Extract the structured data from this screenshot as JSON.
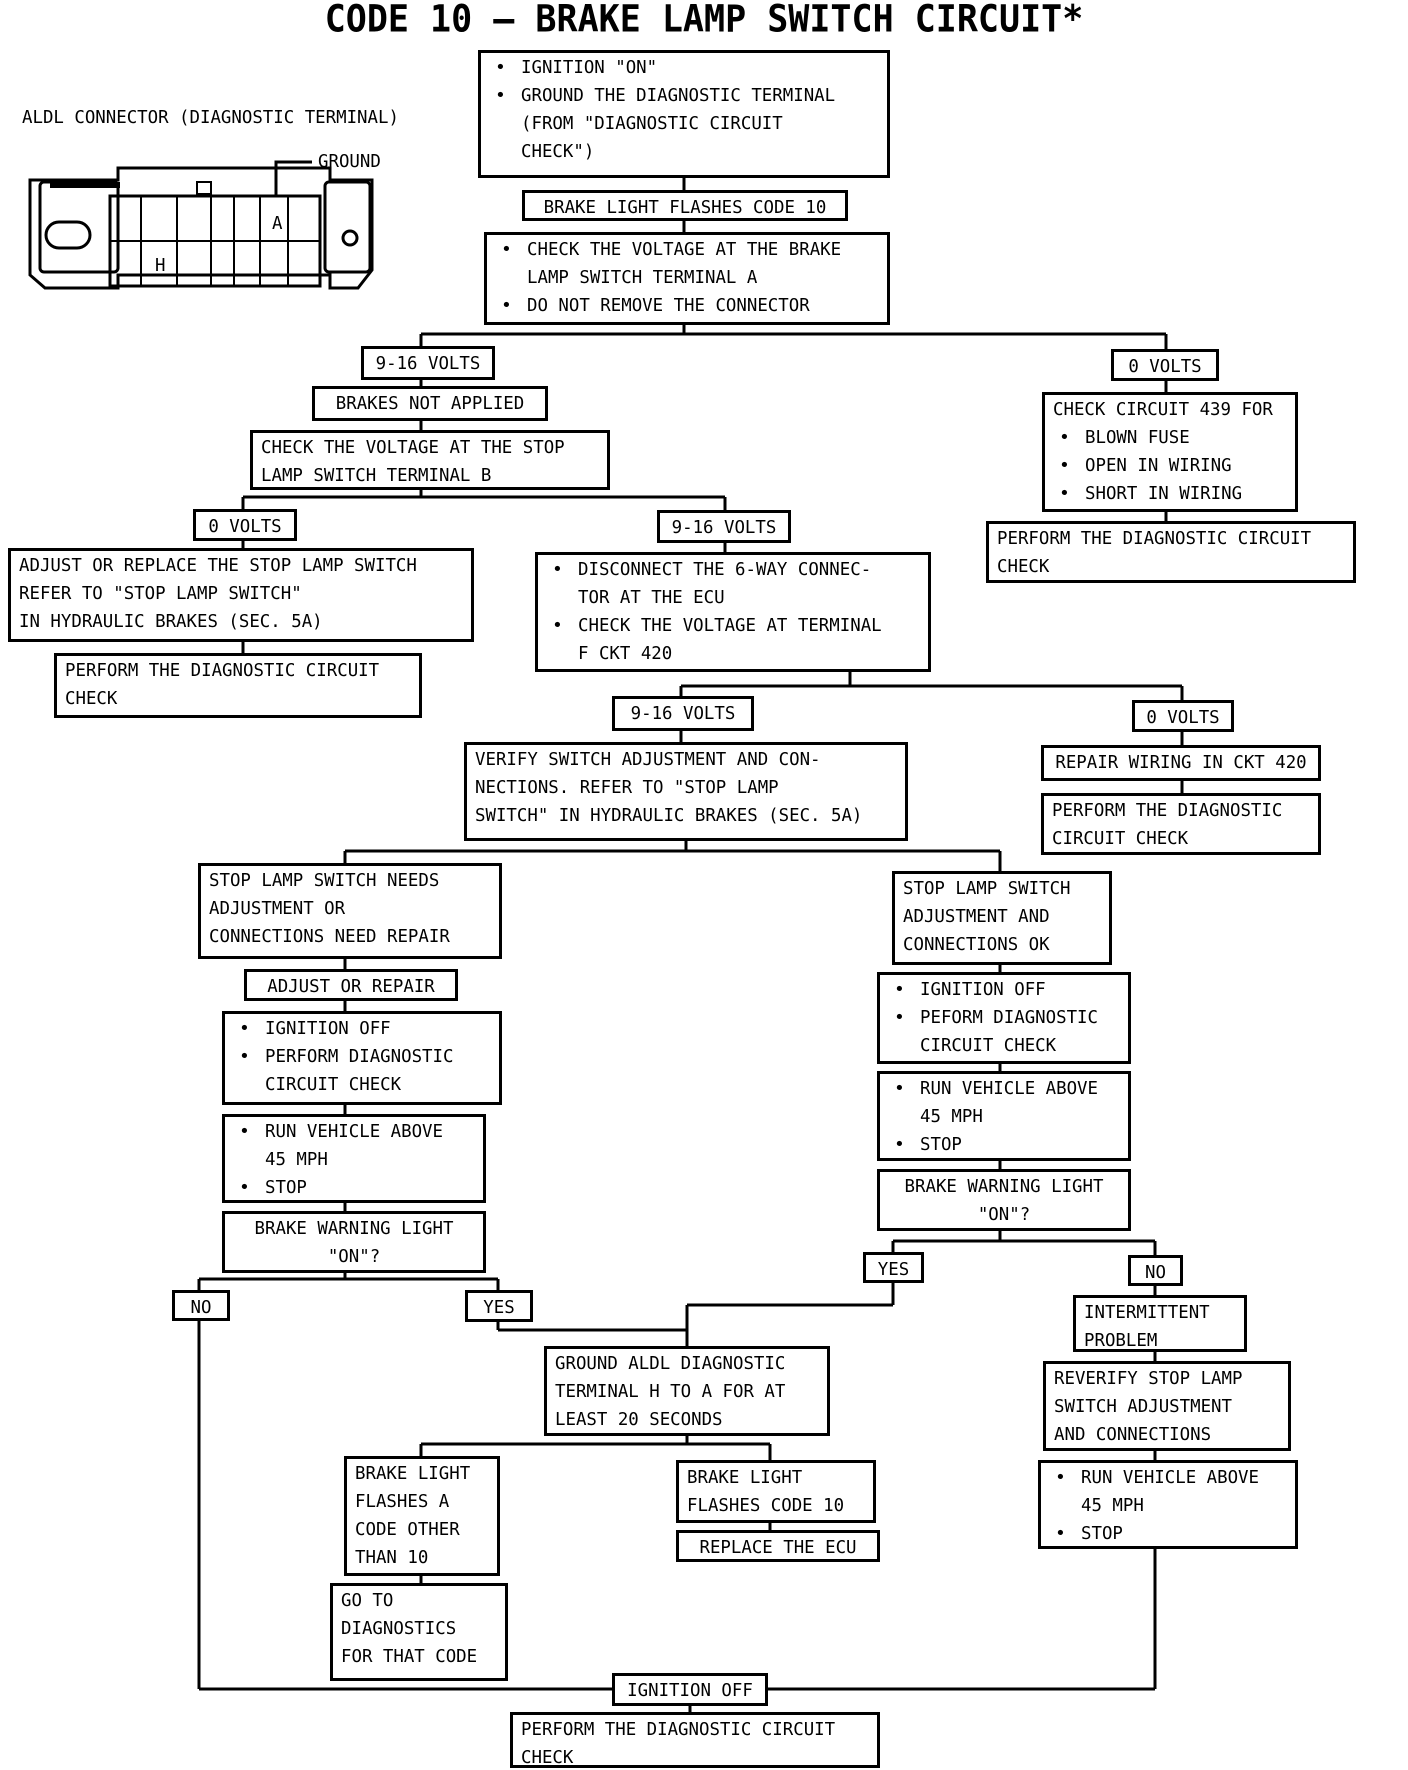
{
  "title": "CODE 10 — BRAKE LAMP SWITCH CIRCUIT*",
  "connector": {
    "title": "ALDL CONNECTOR (DIAGNOSTIC TERMINAL)",
    "ground_label": "GROUND",
    "pin_a": "A",
    "pin_h": "H"
  },
  "nodes": {
    "start": {
      "bullets": [
        "IGNITION \"ON\"",
        "GROUND THE DIAGNOSTIC TERMINAL",
        "(FROM \"DIAGNOSTIC CIRCUIT",
        "CHECK\")"
      ]
    },
    "flashes10": {
      "lines": [
        "BRAKE LIGHT FLASHES CODE 10"
      ]
    },
    "checkA": {
      "bullets": [
        "CHECK THE VOLTAGE AT THE BRAKE",
        "LAMP SWITCH TERMINAL A",
        "DO NOT REMOVE THE CONNECTOR"
      ]
    },
    "v916a": {
      "lines": [
        "9-16 VOLTS"
      ]
    },
    "v0a": {
      "lines": [
        "0 VOLTS"
      ]
    },
    "brakesNot": {
      "lines": [
        "BRAKES NOT APPLIED"
      ]
    },
    "checkB": {
      "lines": [
        "CHECK THE VOLTAGE AT THE STOP",
        "LAMP SWITCH TERMINAL B"
      ]
    },
    "check439": {
      "head": "CHECK CIRCUIT 439 FOR",
      "bullets": [
        "BLOWN FUSE",
        "OPEN IN WIRING",
        "SHORT IN WIRING"
      ]
    },
    "perf1": {
      "lines": [
        "PERFORM THE DIAGNOSTIC CIRCUIT",
        "CHECK"
      ]
    },
    "v0b": {
      "lines": [
        "0 VOLTS"
      ]
    },
    "v916b": {
      "lines": [
        "9-16 VOLTS"
      ]
    },
    "adjustReplace": {
      "lines": [
        "ADJUST OR REPLACE THE STOP LAMP SWITCH",
        "REFER TO \"STOP LAMP SWITCH\"",
        "IN HYDRAULIC BRAKES (SEC. 5A)"
      ]
    },
    "disconnect": {
      "bullets": [
        "DISCONNECT THE 6-WAY CONNEC-",
        "TOR AT THE ECU",
        "CHECK THE VOLTAGE AT TERMINAL",
        "F CKT 420"
      ]
    },
    "perf2": {
      "lines": [
        "PERFORM THE DIAGNOSTIC CIRCUIT",
        "CHECK"
      ]
    },
    "v916c": {
      "lines": [
        "9-16 VOLTS"
      ]
    },
    "v0c": {
      "lines": [
        "0 VOLTS"
      ]
    },
    "verify": {
      "lines": [
        "VERIFY SWITCH ADJUSTMENT AND CON-",
        "NECTIONS. REFER TO \"STOP LAMP",
        "SWITCH\" IN HYDRAULIC BRAKES (SEC. 5A)"
      ]
    },
    "repair420": {
      "lines": [
        "REPAIR WIRING IN CKT 420"
      ]
    },
    "perf3": {
      "lines": [
        "PERFORM THE DIAGNOSTIC",
        "CIRCUIT CHECK"
      ]
    },
    "needsAdj": {
      "lines": [
        "STOP LAMP SWITCH NEEDS",
        "ADJUSTMENT OR",
        "CONNECTIONS NEED REPAIR"
      ]
    },
    "adjOk": {
      "lines": [
        "STOP LAMP SWITCH",
        "ADJUSTMENT AND",
        "CONNECTIONS OK"
      ]
    },
    "adjRepair": {
      "lines": [
        "ADJUST OR REPAIR"
      ]
    },
    "ignOffL": {
      "bullets": [
        "IGNITION OFF",
        "PERFORM DIAGNOSTIC",
        "CIRCUIT CHECK"
      ]
    },
    "ignOffR": {
      "bullets": [
        "IGNITION OFF",
        "PEFORM DIAGNOSTIC",
        "CIRCUIT CHECK"
      ]
    },
    "runL": {
      "bullets": [
        "RUN VEHICLE ABOVE",
        "45 MPH",
        "STOP"
      ]
    },
    "runR": {
      "bullets": [
        "RUN VEHICLE ABOVE",
        "45 MPH",
        "STOP"
      ]
    },
    "warnL": {
      "lines": [
        "BRAKE WARNING LIGHT",
        "\"ON\"?"
      ]
    },
    "warnR": {
      "lines": [
        "BRAKE WARNING LIGHT",
        "\"ON\"?"
      ]
    },
    "yesR": {
      "lines": [
        "YES"
      ]
    },
    "noR": {
      "lines": [
        "NO"
      ]
    },
    "noL": {
      "lines": [
        "NO"
      ]
    },
    "yesL": {
      "lines": [
        "YES"
      ]
    },
    "intermittent": {
      "lines": [
        "INTERMITTENT",
        "PROBLEM"
      ]
    },
    "reverify": {
      "lines": [
        "REVERIFY STOP LAMP",
        "SWITCH ADJUSTMENT",
        "AND CONNECTIONS"
      ]
    },
    "runBR": {
      "bullets": [
        "RUN VEHICLE ABOVE",
        "45 MPH",
        "STOP"
      ]
    },
    "groundAldl": {
      "lines": [
        "GROUND ALDL DIAGNOSTIC",
        "TERMINAL H TO A FOR AT",
        "LEAST 20 SECONDS"
      ]
    },
    "otherCode": {
      "lines": [
        "BRAKE LIGHT",
        "FLASHES A",
        "CODE OTHER",
        "THAN 10"
      ]
    },
    "flashes10b": {
      "lines": [
        "BRAKE LIGHT",
        "FLASHES CODE 10"
      ]
    },
    "replaceEcu": {
      "lines": [
        "REPLACE THE ECU"
      ]
    },
    "goTo": {
      "lines": [
        "GO TO",
        "DIAGNOSTICS",
        "FOR THAT CODE"
      ]
    },
    "ignOffFinal": {
      "lines": [
        "IGNITION OFF"
      ]
    },
    "perfFinal": {
      "lines": [
        "PERFORM THE DIAGNOSTIC CIRCUIT",
        "CHECK"
      ]
    }
  }
}
